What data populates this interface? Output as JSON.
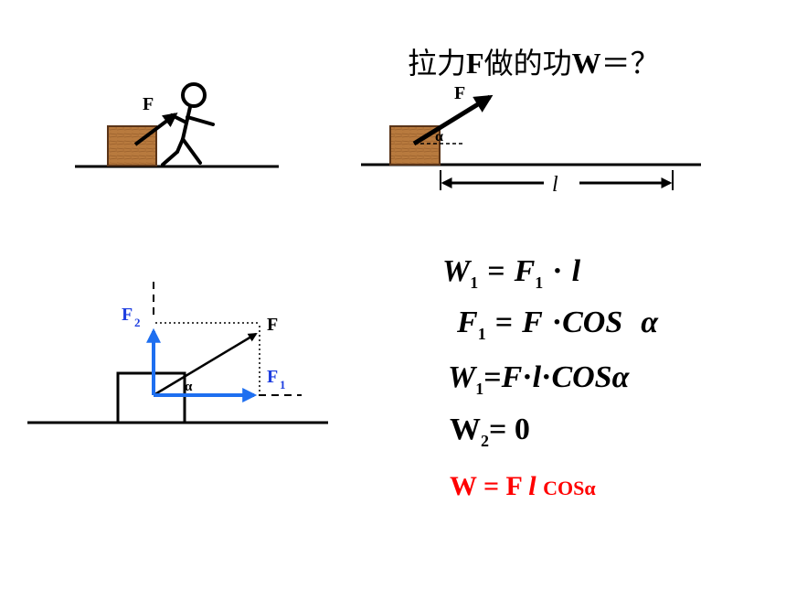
{
  "question": {
    "prefix": "拉力",
    "force_letter": "F",
    "middle": "做的功",
    "work_letter": "W",
    "suffix": "＝？"
  },
  "labels": {
    "force": "F",
    "alpha": "α",
    "length": "l",
    "f1_main": "F",
    "f1_sub": "1",
    "f2_main": "F",
    "f2_sub": "2"
  },
  "equations": {
    "eq1": {
      "lhs": "W",
      "lhs_sub": "1",
      "eq": "=",
      "f": "F",
      "f_sub": "1",
      "dot": "·",
      "l": "l"
    },
    "eq2": {
      "lhs": "F",
      "lhs_sub": "1",
      "eq": "=",
      "f": "F",
      "dot": "·",
      "cos": "COS",
      "alpha": "α"
    },
    "eq3": {
      "lhs": "W",
      "lhs_sub": "1",
      "eq": "=",
      "f": "F",
      "dot1": "·",
      "l": "l",
      "dot2": "·",
      "cos": "COS",
      "alpha": "α"
    },
    "eq4": {
      "lhs": "W",
      "lhs_sub": "2",
      "rest": "= 0"
    },
    "eq5": {
      "lhs": "W = F",
      "l": "l",
      "cos": "COSα"
    }
  },
  "colors": {
    "box_wood": "#b87a3e",
    "component_arrow": "#1e6ff0",
    "component_label": "#1f3fe0",
    "result_text": "#ff0000"
  }
}
